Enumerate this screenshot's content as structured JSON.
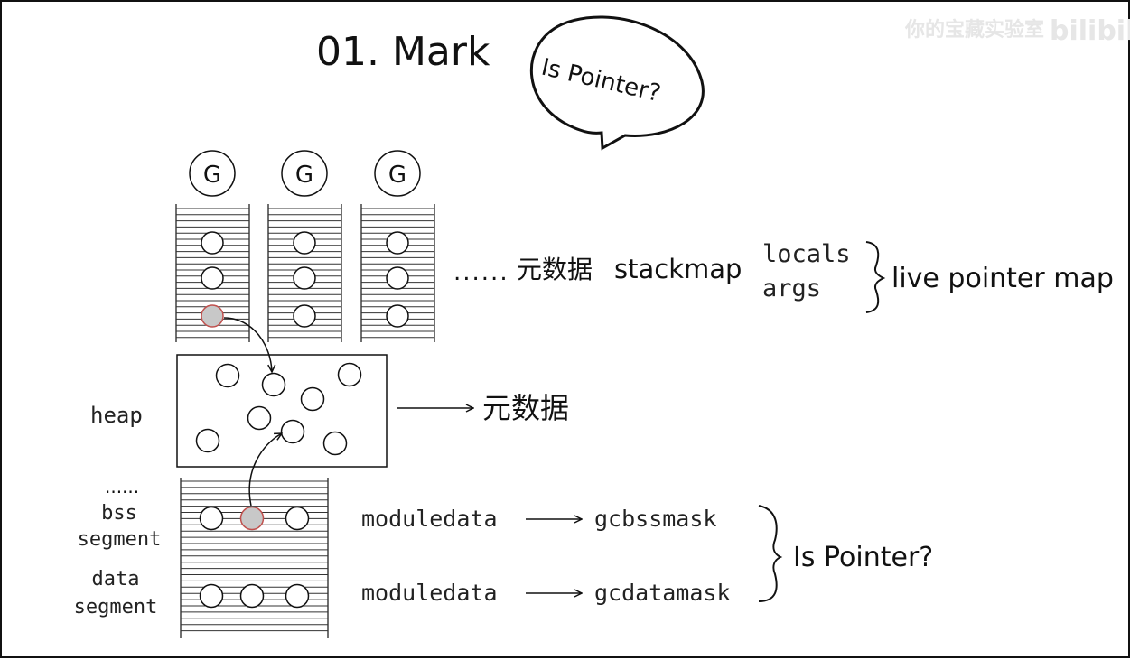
{
  "title": "01. Mark",
  "speech_bubble": {
    "text": "Is Pointer?"
  },
  "goroutine_label": "G",
  "stack_annotation": {
    "dots": "......",
    "metadata": "元数据",
    "stackmap": "stackmap",
    "locals": "locals",
    "args": "args",
    "live_pointer_map": "live pointer map"
  },
  "heap": {
    "label": "heap",
    "arrow_target": "元数据"
  },
  "segments": {
    "ellipsis": "......",
    "bss_line1": "bss",
    "bss_line2": "segment",
    "data_line1": "data",
    "data_line2": "segment",
    "bss_source": "moduledata",
    "bss_mask": "gcbssmask",
    "data_source": "moduledata",
    "data_mask": "gcdatamask",
    "question": "Is Pointer?"
  },
  "watermark": {
    "left": "你的宝藏实验室",
    "right": "bilibili"
  },
  "colors": {
    "ink": "#111111",
    "marked_object": "#c8c8c8",
    "marked_outline": "#c0504d",
    "watermark": "#e6e6e6"
  }
}
